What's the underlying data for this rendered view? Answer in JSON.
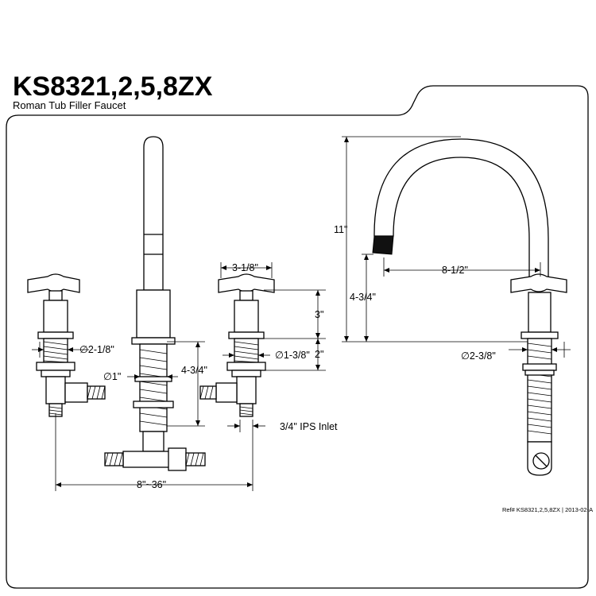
{
  "header": {
    "model": "KS8321,2,5,8ZX",
    "description": "Roman Tub Filler Faucet"
  },
  "dimensions": {
    "handle_width": "3-1/8\"",
    "handle_height": "3\"",
    "shank_length_right": "2\"",
    "left_shank_diameter": "∅2-1/8\"",
    "valve_diameter": "∅1-3/8\"",
    "spout_hole_diameter": "∅1\"",
    "spout_shank": "4-3/4\"",
    "inlet": "3/4\" IPS Inlet",
    "spread": "8\"~36\"",
    "overall_height": "11\"",
    "spout_height": "4-3/4\"",
    "reach": "8-1/2\"",
    "side_shank_diameter": "∅2-3/8\""
  },
  "footer": {
    "reference": "Ref# KS8321,2,5,8ZX | 2013-02-A"
  }
}
